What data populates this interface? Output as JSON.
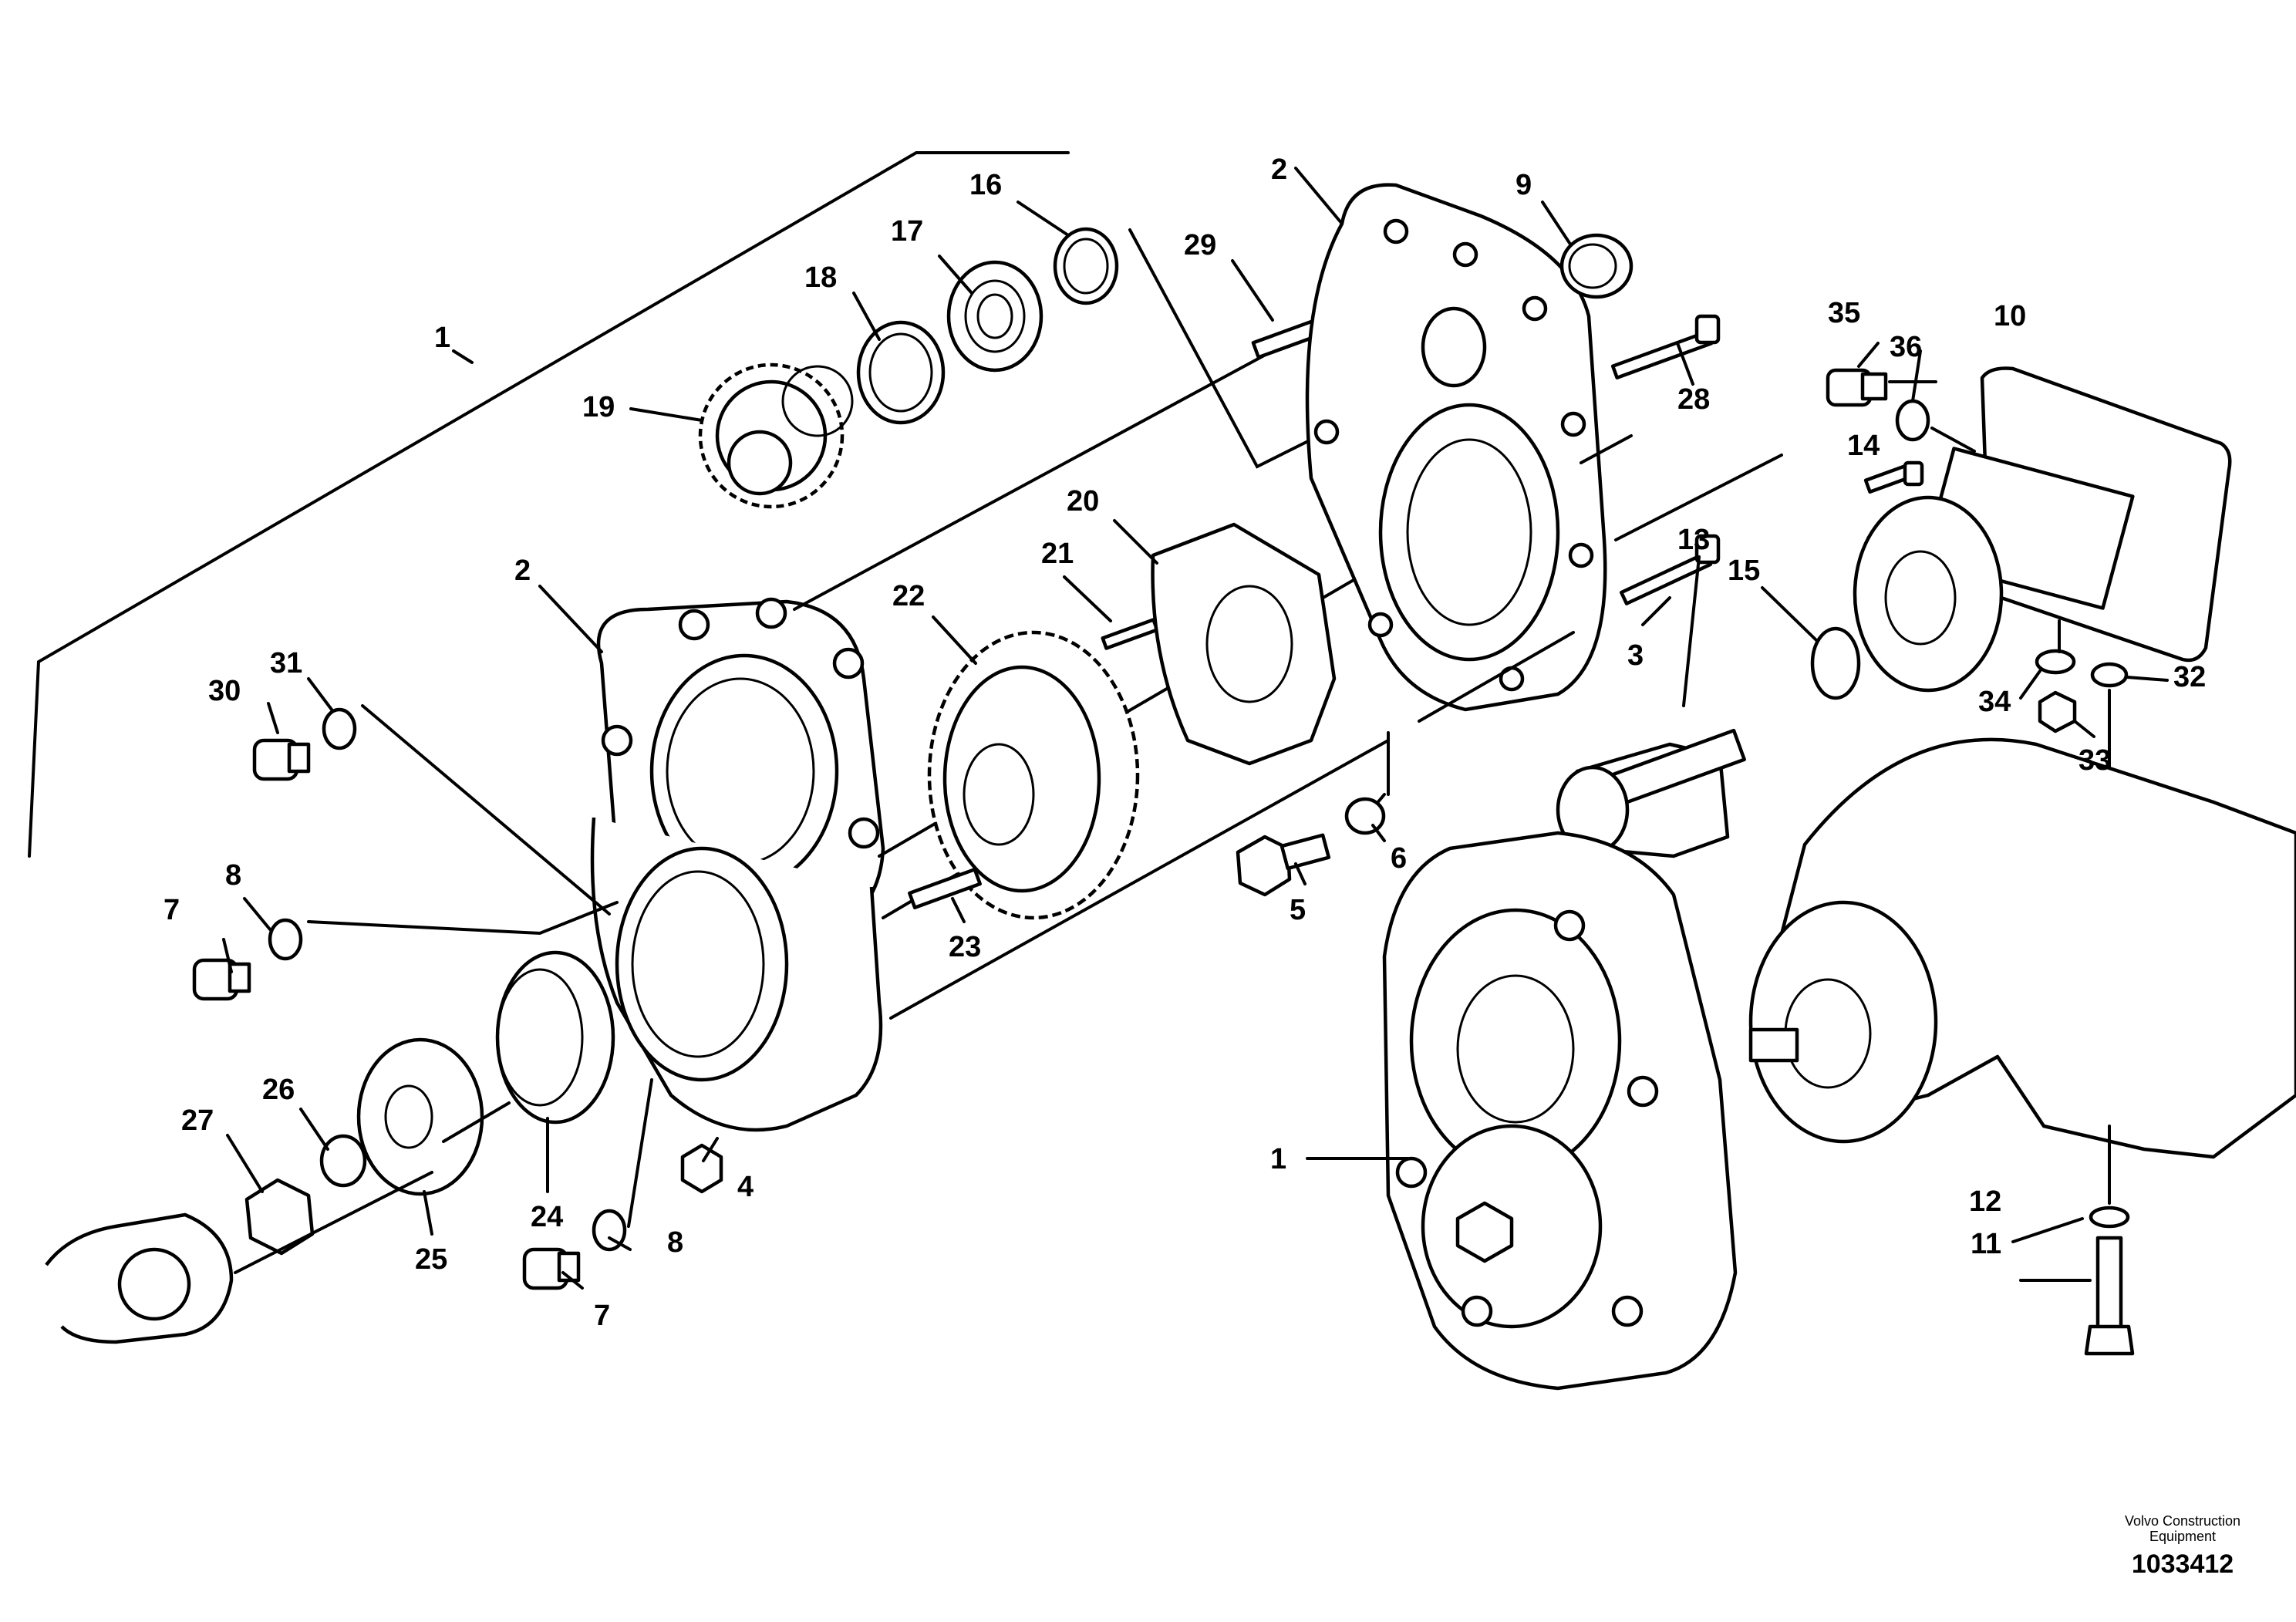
{
  "callouts": [
    "1",
    "2",
    "3",
    "4",
    "5",
    "6",
    "7",
    "8",
    "9",
    "10",
    "11",
    "12",
    "13",
    "14",
    "15",
    "16",
    "17",
    "18",
    "19",
    "20",
    "21",
    "22",
    "23",
    "24",
    "25",
    "26",
    "27",
    "28",
    "29",
    "30",
    "31",
    "32",
    "33",
    "34",
    "35",
    "36"
  ],
  "footer": {
    "line1": "Volvo Construction",
    "line2": "Equipment",
    "drawing_number": "1033412"
  }
}
